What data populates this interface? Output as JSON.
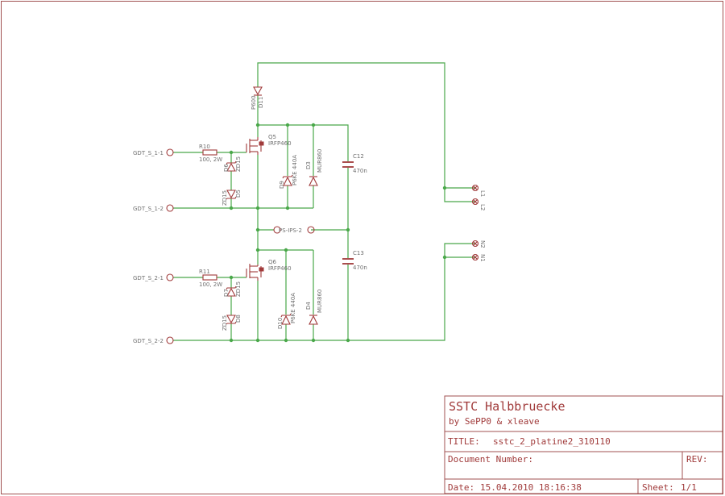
{
  "title_block": {
    "project_title": "SSTC Halbbruecke",
    "authors": "by SePP0 & xleave",
    "title_label": "TITLE:",
    "title_value": "sstc_2_platine2_310110",
    "doc_number_label": "Document Number:",
    "rev_label": "REV:",
    "date_label": "Date:",
    "date_value": "15.04.2010 18:16:38",
    "sheet_label": "Sheet:",
    "sheet_value": "1/1"
  },
  "connectors": {
    "gdt_s_1_1": "GDT_S_1-1",
    "gdt_s_1_2": "GDT_S_1-2",
    "gdt_s_2_1": "GDT_S_2-1",
    "gdt_s_2_2": "GDT_S_2-2",
    "ps_ips": "PS-IPS-2",
    "l1": "L1",
    "l2": "L2",
    "n1": "N1",
    "n2": "N2"
  },
  "components": {
    "d11": {
      "name": "D11",
      "value": "P600"
    },
    "q5": {
      "name": "Q5",
      "value": "IRFP460"
    },
    "q6": {
      "name": "Q6",
      "value": "IRFP460"
    },
    "r10": {
      "name": "R10",
      "value": "100, 2W"
    },
    "r11": {
      "name": "R11",
      "value": "100, 2W"
    },
    "d6": {
      "name": "D6",
      "value": "ZD15"
    },
    "d5": {
      "name": "D5",
      "value": "ZD15"
    },
    "d7": {
      "name": "D7",
      "value": "ZD15"
    },
    "d8": {
      "name": "D8",
      "value": "ZD15"
    },
    "d9": {
      "name": "D9",
      "value": "P6KE 440A"
    },
    "d10": {
      "name": "D10",
      "value": "P6KE 440A"
    },
    "d3": {
      "name": "D3",
      "value": "MUR860"
    },
    "d4": {
      "name": "D4",
      "value": "MUR860"
    },
    "c12": {
      "name": "C12",
      "value": "470n"
    },
    "c13": {
      "name": "C13",
      "value": "470n"
    }
  }
}
